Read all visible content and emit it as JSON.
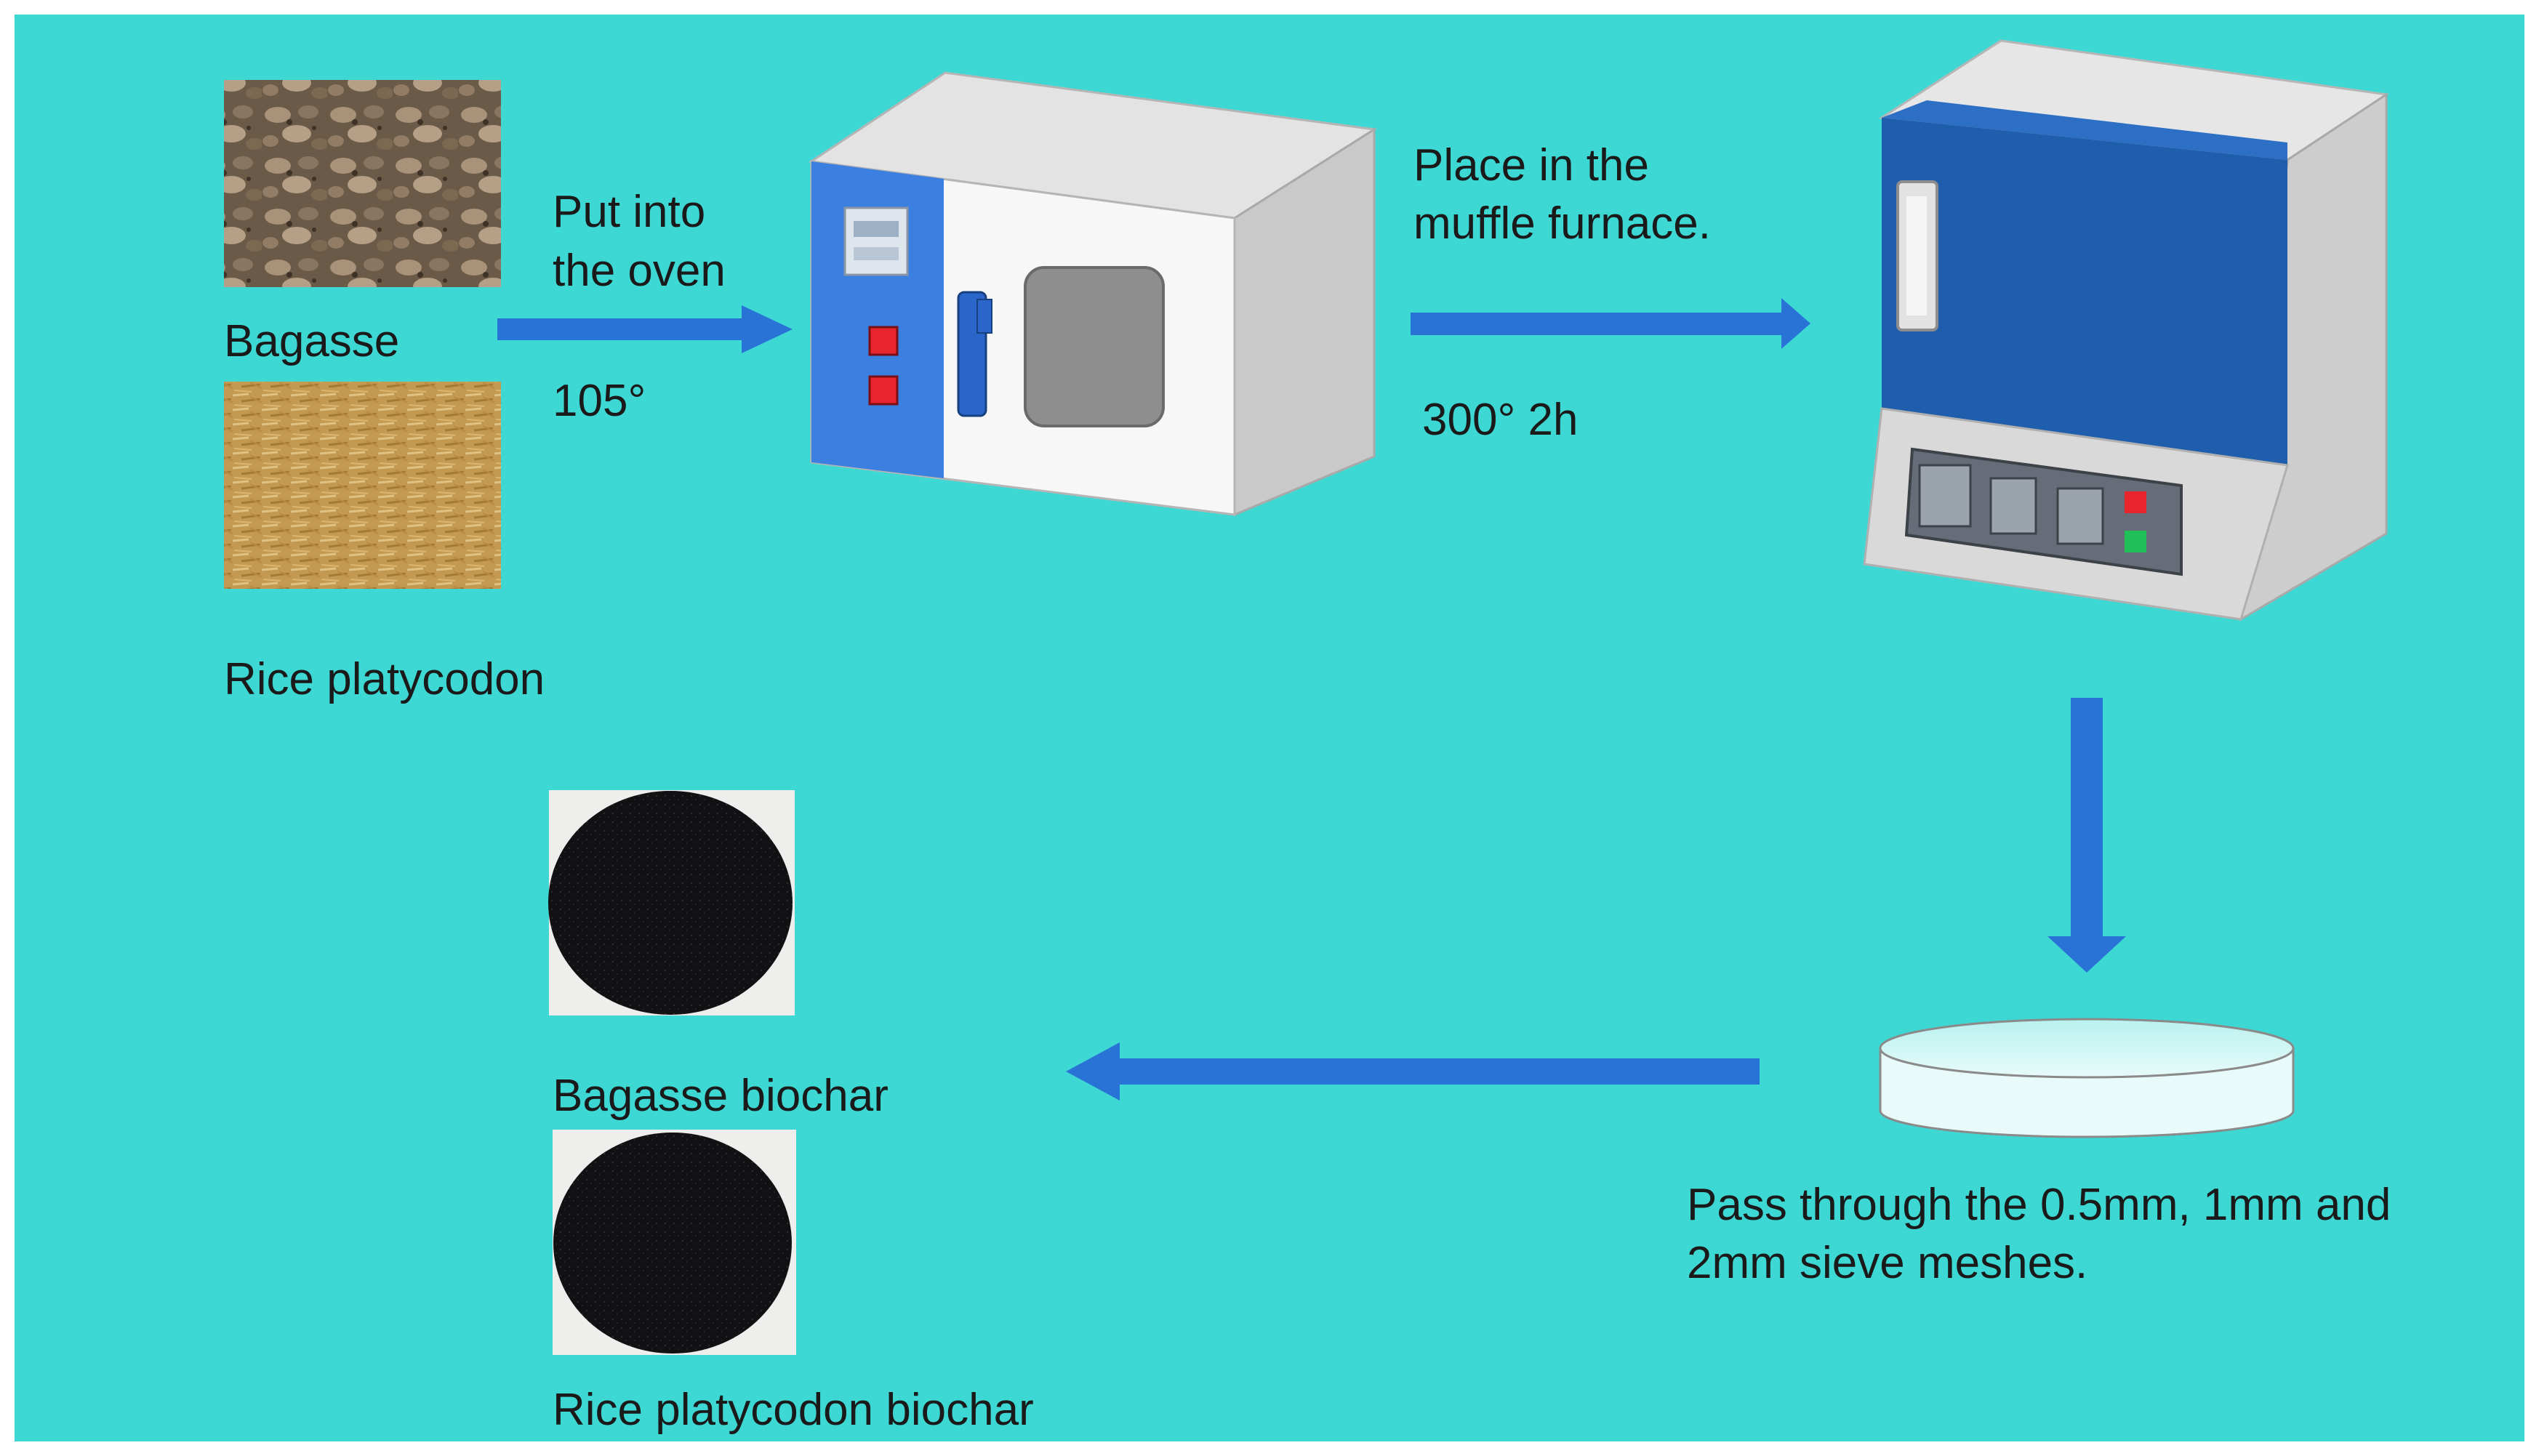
{
  "colors": {
    "background": "#3ed8d4",
    "arrow": "#2a73d6",
    "oven_panel": "#3b7fe0",
    "furnace_door": "#1f5dad",
    "indicator_red": "#e8242c",
    "indicator_green": "#1fbf5a"
  },
  "labels": {
    "bagasse": "Bagasse",
    "rice_platycodon": "Rice platycodon",
    "oven_step_line1": "Put into",
    "oven_step_line2": "the oven",
    "oven_temp": "105°",
    "furnace_step_line1": "Place in the",
    "furnace_step_line2": "muffle furnace.",
    "furnace_conditions": "300°  2h",
    "sieve_step_line1": "Pass through the 0.5mm, 1mm and",
    "sieve_step_line2": "2mm sieve meshes.",
    "bagasse_biochar": "Bagasse biochar",
    "rice_platycodon_biochar": "Rice platycodon biochar"
  },
  "icons": {
    "oven": "drying-oven-icon",
    "furnace": "muffle-furnace-icon",
    "dish": "petri-dish-icon"
  }
}
